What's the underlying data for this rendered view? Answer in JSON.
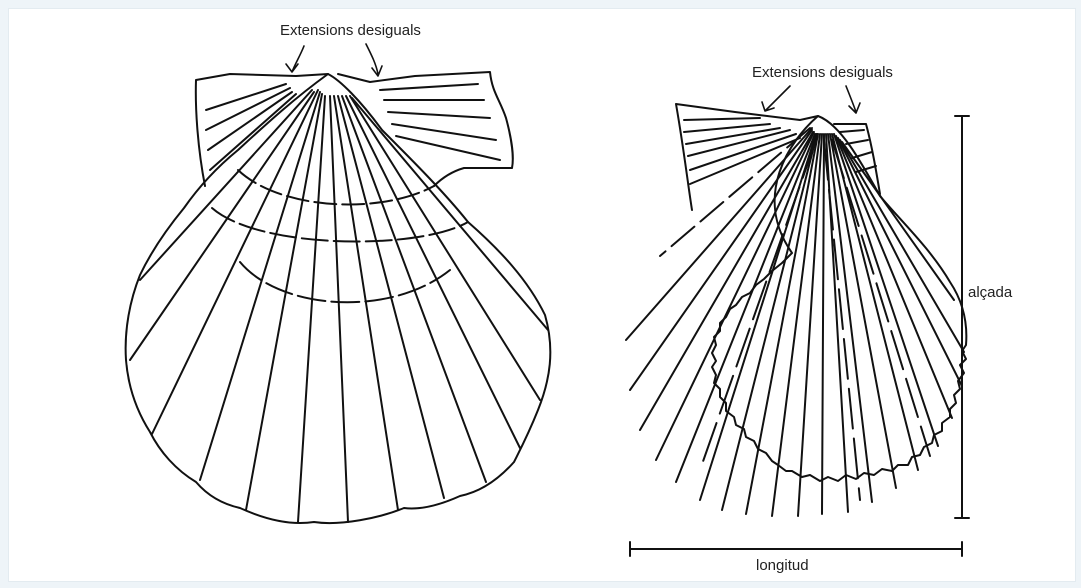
{
  "labels": {
    "unequal_extensions_left": "Extensions desiguals",
    "unequal_extensions_right": "Extensions desiguals",
    "height": "alçada",
    "length": "longitud"
  },
  "colors": {
    "ink": "#111111",
    "background": "#ffffff",
    "page_border": "#eef4f8"
  },
  "figures": [
    {
      "name": "left-scallop-shell",
      "ribs": "smooth, widely spaced radial ribs with concentric growth lines"
    },
    {
      "name": "right-scallop-shell",
      "ribs": "dense radial ribs with scalloped crenulated margin"
    }
  ]
}
